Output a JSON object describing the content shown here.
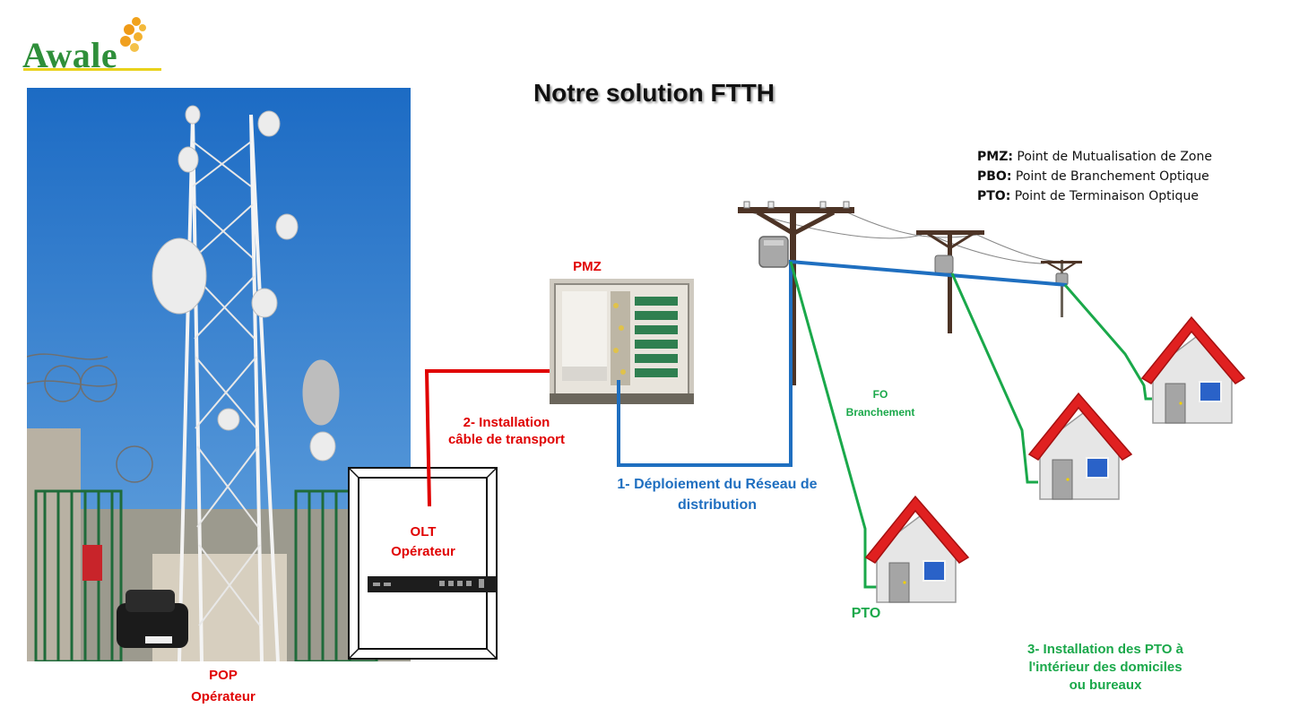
{
  "logo": {
    "text": "Awale"
  },
  "title": "Notre solution FTTH",
  "legend": {
    "pmz": {
      "abbr": "PMZ:",
      "text": "Point de Mutualisation de Zone"
    },
    "pbo": {
      "abbr": "PBO:",
      "text": "Point de Branchement Optique"
    },
    "pto": {
      "abbr": "PTO:",
      "text": "Point de Terminaison Optique"
    }
  },
  "labels": {
    "pmz": "PMZ",
    "transport_line1": "2- Installation",
    "transport_line2": "câble de transport",
    "olt_line1": "OLT",
    "olt_line2": "Opérateur",
    "distribution_line1": "1- Déploiement du Réseau de",
    "distribution_line2": "distribution",
    "fo_line1": "FO",
    "fo_line2": "Branchement",
    "pto": "PTO",
    "pop_line1": "POP",
    "pop_line2": "Opérateur",
    "install_line1": "3- Installation des PTO à",
    "install_line2": "l'intérieur des domiciles",
    "install_line3": "ou bureaux"
  },
  "colors": {
    "transport": "#e00000",
    "distribution": "#1f6fc0",
    "branchement": "#1aa84a",
    "logo_green": "#2f8f3a",
    "logo_yellow": "#e9d21c",
    "roof": "#e02020"
  }
}
